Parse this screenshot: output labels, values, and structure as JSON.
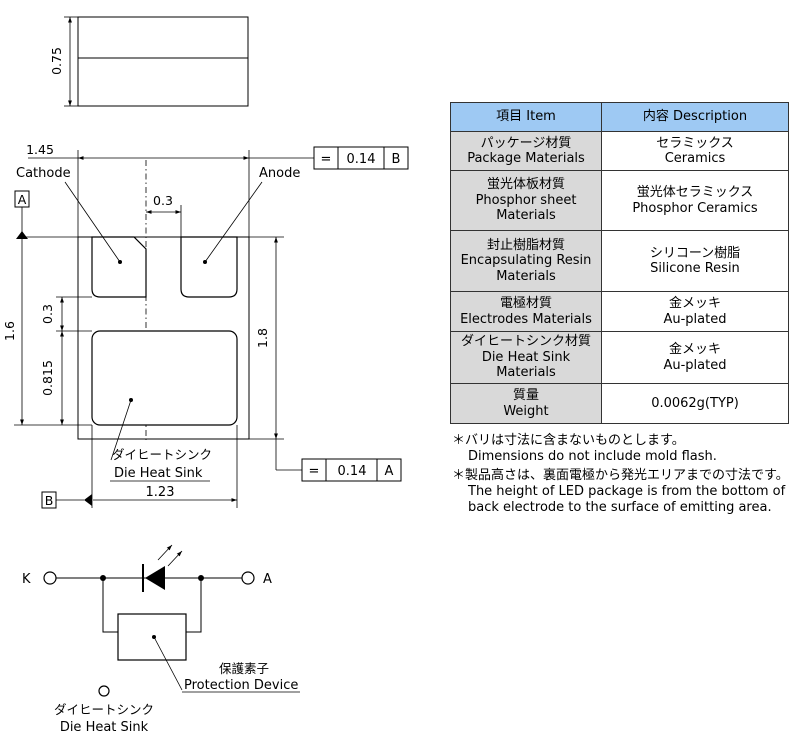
{
  "dimensions": {
    "top_height": "0.75",
    "width_total": "1.45",
    "pad_gap": "0.3",
    "height_total": "1.6",
    "pad_spacing": "0.3",
    "heat_sink_height": "0.815",
    "body_height": "1.8",
    "heat_sink_width": "1.23"
  },
  "labels": {
    "cathode": "Cathode",
    "anode": "Anode",
    "datum_a": "A",
    "datum_b": "B",
    "heat_sink_jp": "ダイヒートシンク",
    "heat_sink_en": "Die Heat Sink"
  },
  "tolerance_boxes": [
    {
      "symbol": "=",
      "value": "0.14",
      "datum": "B"
    },
    {
      "symbol": "=",
      "value": "0.14",
      "datum": "A"
    }
  ],
  "table": {
    "headers": [
      "項目 Item",
      "内容 Description"
    ],
    "rows": [
      {
        "item": [
          "パッケージ材質",
          "Package Materials"
        ],
        "desc": [
          "セラミックス",
          "Ceramics"
        ]
      },
      {
        "item": [
          "蛍光体板材質",
          "Phosphor sheet",
          "Materials"
        ],
        "desc": [
          "蛍光体セラミックス",
          "Phosphor Ceramics"
        ]
      },
      {
        "item": [
          "封止樹脂材質",
          "Encapsulating Resin",
          "Materials"
        ],
        "desc": [
          "シリコーン樹脂",
          "Silicone Resin"
        ]
      },
      {
        "item": [
          "電極材質",
          "Electrodes Materials"
        ],
        "desc": [
          "金メッキ",
          "Au-plated"
        ]
      },
      {
        "item": [
          "ダイヒートシンク材質",
          "Die Heat Sink",
          "Materials"
        ],
        "desc": [
          "金メッキ",
          "Au-plated"
        ]
      },
      {
        "item": [
          "質量",
          "Weight"
        ],
        "desc": [
          "0.0062g(TYP)"
        ]
      }
    ]
  },
  "notes": [
    {
      "mark": "＊",
      "jp": "バリは寸法に含まないものとします。",
      "en": [
        "Dimensions do not include mold flash."
      ]
    },
    {
      "mark": "＊",
      "jp": "製品高さは、裏面電極から発光エリアまでの寸法です。",
      "en": [
        "The height of LED package is from the bottom of",
        "back electrode to the surface of emitting area."
      ]
    }
  ],
  "circuit": {
    "terminal_k": "K",
    "terminal_a": "A",
    "protection_jp": "保護素子",
    "protection_en": "Protection Device",
    "heat_sink_jp": "ダイヒートシンク",
    "heat_sink_en": "Die Heat Sink"
  }
}
